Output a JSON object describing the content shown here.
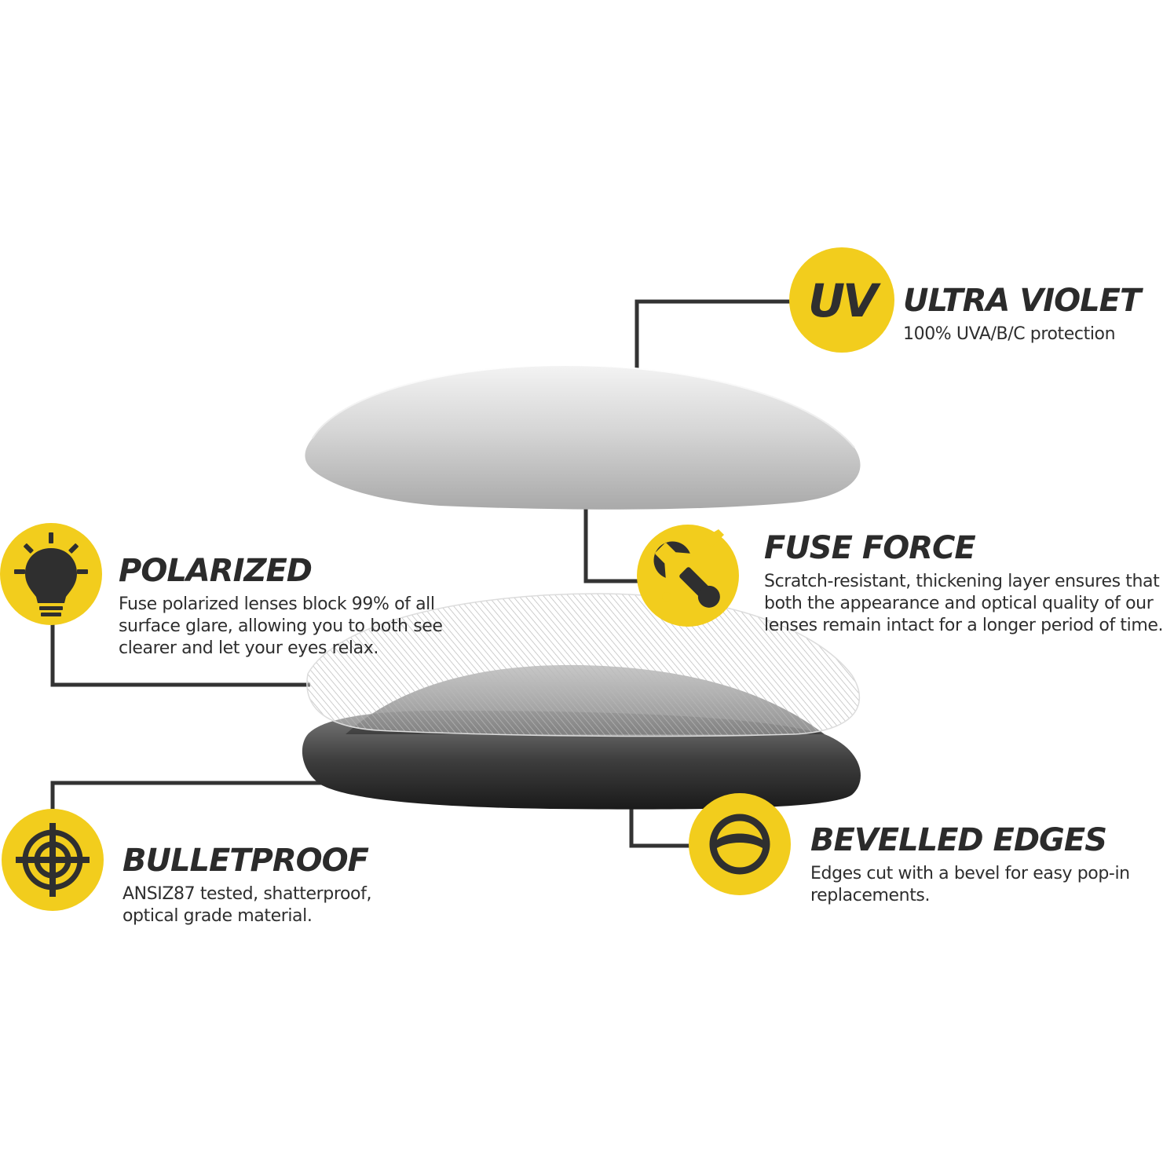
{
  "colors": {
    "accent_yellow": "#f2cd1d",
    "icon_dark": "#2f2f2f",
    "connector_line": "#333333",
    "title_text": "#2b2b2b",
    "body_text": "#2e2e2e",
    "top_lens_light": "#f1f1f1",
    "top_lens_mid": "#bdbdbd",
    "tinted_lens_dark": "#1c1c1c"
  },
  "features": {
    "uv": {
      "icon": "uv-badge-icon",
      "icon_text": "UV",
      "title": "ULTRA VIOLET",
      "description": "100% UVA/B/C protection"
    },
    "fuse_force": {
      "icon": "wrench-icon",
      "title": "FUSE FORCE",
      "description": "Scratch-resistant, thickening layer ensures that both the appearance and optical quality of our lenses remain intact for a longer period of time."
    },
    "polarized": {
      "icon": "light-bulb-icon",
      "title": "POLARIZED",
      "description": "Fuse polarized lenses block 99% of all surface glare, allowing you to both see clearer and let your eyes relax."
    },
    "bulletproof": {
      "icon": "crosshair-target-icon",
      "title": "BULLETPROOF",
      "description": "ANSIZ87 tested, shatterproof, optical grade material."
    },
    "bevelled_edges": {
      "icon": "bevel-edge-icon",
      "title": "BEVELLED EDGES",
      "description": "Edges cut with a bevel for easy pop-in replacements."
    }
  }
}
